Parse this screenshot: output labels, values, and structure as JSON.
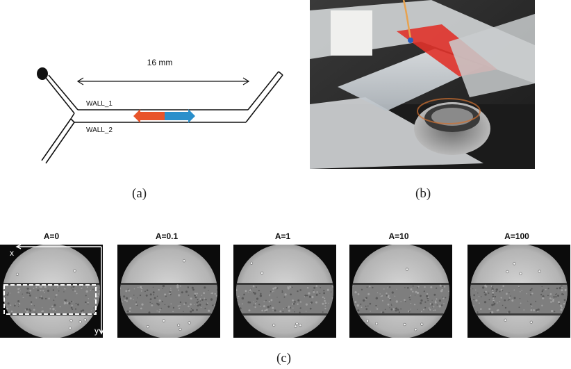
{
  "figure": {
    "panel_a": {
      "label": "(a)",
      "dimension": "16 mm",
      "wall_top": "WALL_1",
      "wall_bottom": "WALL_2",
      "arrow_colors": {
        "left": "#e8542a",
        "right": "#2a8fcb"
      }
    },
    "panel_b": {
      "label": "(b)"
    },
    "panel_c": {
      "label": "(c)",
      "axis_x": "x",
      "axis_y": "y",
      "frames": [
        {
          "title": "A=0"
        },
        {
          "title": "A=0.1"
        },
        {
          "title": "A=1"
        },
        {
          "title": "A=10"
        },
        {
          "title": "A=100"
        }
      ]
    }
  }
}
